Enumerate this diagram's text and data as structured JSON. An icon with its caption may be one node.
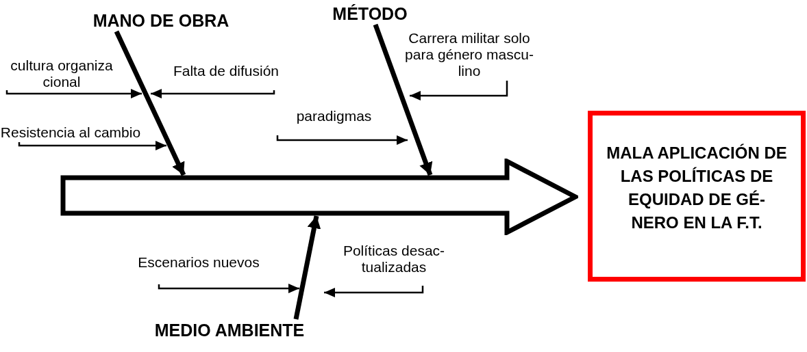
{
  "diagram": {
    "nodes": [
      {
        "text": [
          "MANO DE OBRA"
        ]
      },
      {
        "text": [
          "MÉTODO"
        ]
      },
      {
        "text": [
          "MEDIO AMBIENTE"
        ]
      },
      {
        "text": [
          "cultura organiza cional"
        ]
      },
      {
        "text": [
          "Falta de difusión"
        ]
      },
      {
        "text": [
          "Resistencia al cambio"
        ]
      },
      {
        "text": [
          "paradigmas"
        ]
      },
      {
        "text": [
          "Carrera militar solo para género mascu- lino"
        ]
      },
      {
        "text": [
          "Escenarios nuevos"
        ]
      },
      {
        "text": [
          "Políticas desac- tualizadas"
        ]
      },
      {
        "text": [],
        "shape": "arrow"
      },
      {
        "text": [
          "MALA APLICACIÓN DE LAS POLÍTICAS DE EQUIDAD DE GÉ- NERO EN LA F.T."
        ]
      }
    ],
    "edges": [
      {
        "from": 0,
        "to": 10,
        "arrow": "to",
        "style": "thick"
      },
      {
        "from": 1,
        "to": 10,
        "arrow": "to",
        "style": "thick"
      },
      {
        "from": 2,
        "to": 10,
        "arrow": "to",
        "style": "thick"
      },
      {
        "from": 3,
        "to": null,
        "arrow": "to"
      },
      {
        "from": 4,
        "to": null,
        "arrow": "to"
      },
      {
        "from": 5,
        "to": null,
        "arrow": "to"
      },
      {
        "from": 6,
        "to": null,
        "arrow": "to"
      },
      {
        "from": 7,
        "to": null,
        "arrow": "to"
      },
      {
        "from": 8,
        "to": null,
        "arrow": "to"
      },
      {
        "from": 9,
        "to": null,
        "arrow": "to"
      }
    ]
  }
}
